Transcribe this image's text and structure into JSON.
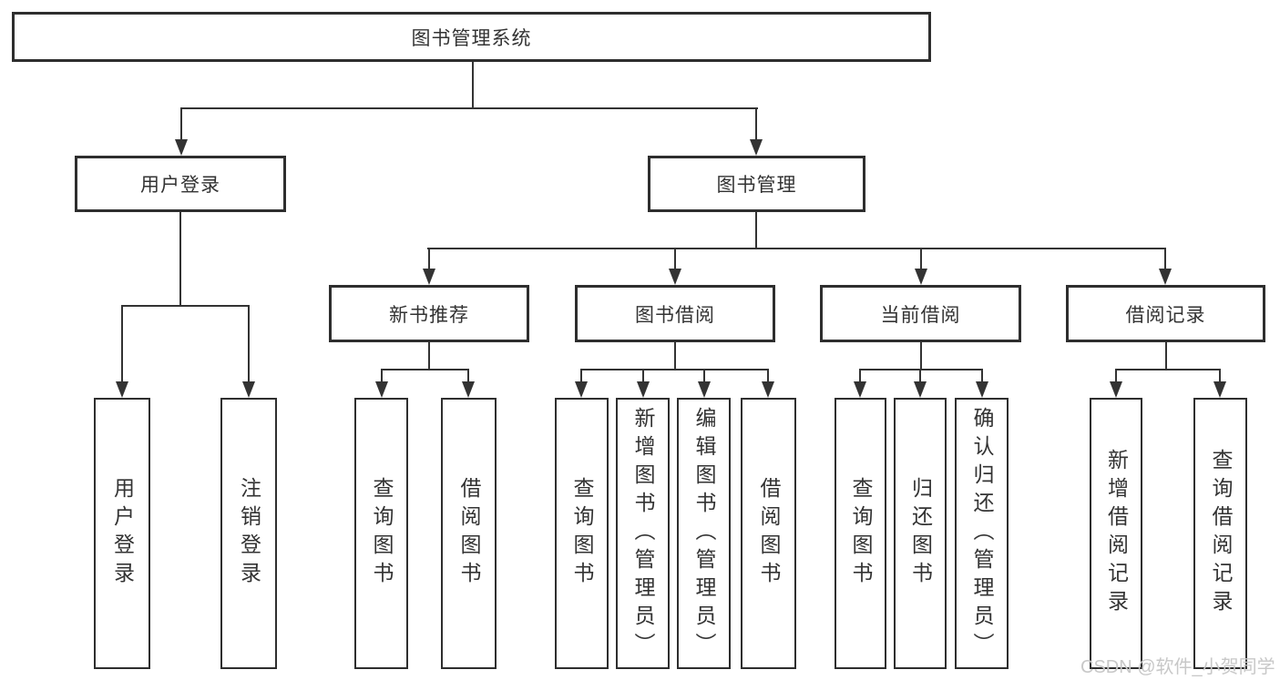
{
  "title": "图书管理系统",
  "watermark": "CSDN @软件_小贺同学",
  "colors": {
    "line": "#333333",
    "border": "#2e2e2e",
    "text": "#333333",
    "watermark_text": "#c8c8c8",
    "background": "#ffffff"
  },
  "tree": {
    "root": "图书管理系统",
    "branches": [
      {
        "label": "用户登录",
        "leaves": [
          "用户登录",
          "注销登录"
        ]
      },
      {
        "label": "图书管理",
        "groups": [
          {
            "label": "新书推荐",
            "leaves": [
              "查询图书",
              "借阅图书"
            ]
          },
          {
            "label": "图书借阅",
            "leaves": [
              "查询图书",
              "新增图书（管理员）",
              "编辑图书（管理员）",
              "借阅图书"
            ]
          },
          {
            "label": "当前借阅",
            "leaves": [
              "查询图书",
              "归还图书",
              "确认归还（管理员）"
            ]
          },
          {
            "label": "借阅记录",
            "leaves": [
              "新增借阅记录",
              "查询借阅记录"
            ]
          }
        ]
      }
    ]
  }
}
